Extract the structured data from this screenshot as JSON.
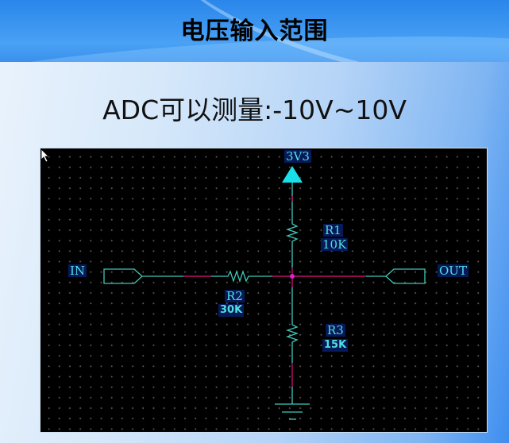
{
  "slide": {
    "title": "电压输入范围",
    "subtitle": "ADC可以测量:-10V~10V"
  },
  "schematic": {
    "background": "#000000",
    "wire_color": "#40c8b8",
    "highlight_wire_color": "#c0106a",
    "label_color": "#4fe0e0",
    "label_bg": "#061a5a",
    "power": {
      "net": "3V3",
      "symbol": "power-triangle-icon"
    },
    "ports": {
      "input": {
        "label": "IN"
      },
      "output": {
        "label": "OUT"
      }
    },
    "components": [
      {
        "ref": "R1",
        "value": "10K",
        "position": "top, between 3V3 and junction"
      },
      {
        "ref": "R2",
        "value": "30K",
        "position": "series from IN to junction"
      },
      {
        "ref": "R3",
        "value": "15K",
        "position": "bottom, between junction and GND"
      }
    ],
    "ground": {
      "symbol": "ground-icon"
    }
  }
}
